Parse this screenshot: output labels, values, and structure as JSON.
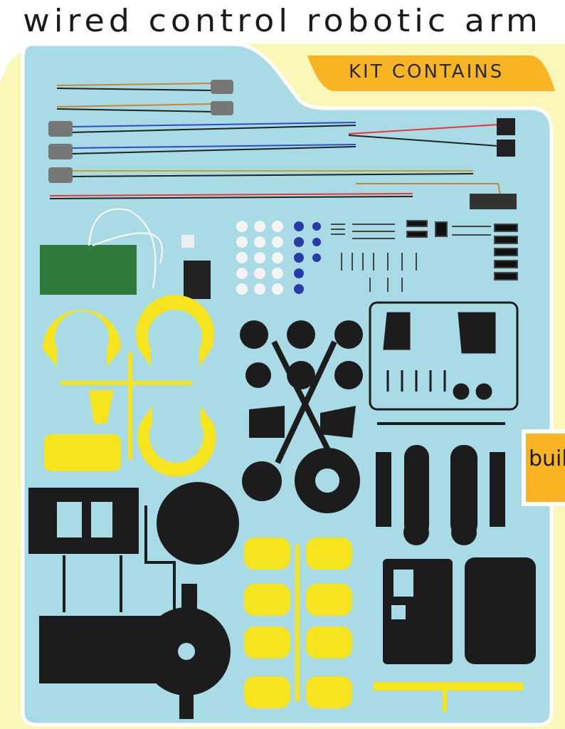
{
  "header": {
    "title": "wired control robotic arm"
  },
  "kit_tab": {
    "label": "KIT CONTAINS"
  },
  "side_tab": {
    "label": "buil"
  },
  "colors": {
    "panel_blue": "#a9dbe6",
    "background_yellow": "#fbf7b8",
    "tab_orange": "#f8b422",
    "part_yellow": "#f6e51e",
    "part_black": "#1c1c1c"
  }
}
